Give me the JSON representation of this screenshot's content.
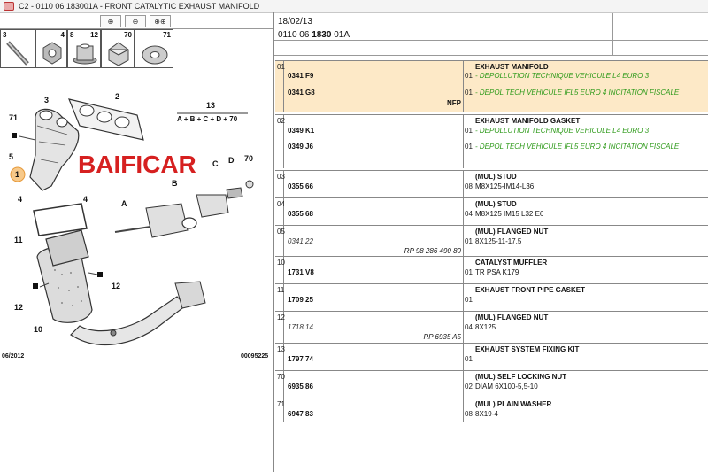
{
  "window": {
    "title": "C2 - 0110 06 183001A - FRONT CATALYTIC EXHAUST MANIFOLD"
  },
  "toolbar": {
    "zoom_in": "⊕",
    "zoom_out": "⊖",
    "fit": "⊕⊕"
  },
  "thumbnails": [
    {
      "num": "3"
    },
    {
      "num": "4"
    },
    {
      "num": "8"
    },
    {
      "num": "12"
    },
    {
      "num": "70"
    },
    {
      "num": "71"
    }
  ],
  "diagram": {
    "labels": {
      "l13": "13",
      "formula": "A + B + C + D + 70",
      "l2": "2",
      "l3": "3",
      "l71": "71",
      "l5": "5",
      "l1": "1",
      "lC": "C",
      "lD": "D",
      "l70": "70",
      "lB": "B",
      "lA": "A",
      "l4a": "4",
      "l4b": "4",
      "l11": "11",
      "l12a": "12",
      "l12b": "12",
      "l10": "10"
    },
    "watermark": "BAIFICAR",
    "date": "06/2012",
    "code": "00095225"
  },
  "header": {
    "date": "18/02/13",
    "ref_prefix": "0110 06",
    "ref_bold": "1830",
    "ref_suffix": "01A"
  },
  "rows": [
    {
      "idx": "01",
      "selected": true,
      "lines": [
        {
          "ref": "0341 F9",
          "qty": "01",
          "desc": "EXHAUST MANIFOLD",
          "note": "- DEPOLLUTION TECHNIQUE VEHICULE L4 EURO 3"
        },
        {
          "ref": "0341 G8",
          "rp": "NFP",
          "qty": "01",
          "note": "- DEPOL TECH VEHICULE IFL5 EURO 4 INCITATION FISCALE"
        }
      ]
    },
    {
      "idx": "02",
      "lines": [
        {
          "ref": "0349 K1",
          "qty": "01",
          "desc": "EXHAUST MANIFOLD GASKET",
          "note": "- DEPOLLUTION TECHNIQUE VEHICULE L4 EURO 3"
        },
        {
          "ref": "0349 J6",
          "qty": "01",
          "note": "- DEPOL TECH VEHICULE IFL5 EURO 4 INCITATION FISCALE"
        }
      ]
    },
    {
      "idx": "03",
      "ref": "0355 66",
      "qty": "08",
      "desc": "(MUL) STUD",
      "spec": "M8X125-IM14-L36"
    },
    {
      "idx": "04",
      "ref": "0355 68",
      "qty": "04",
      "desc": "(MUL) STUD",
      "spec": "M8X125 IM15 L32 E6"
    },
    {
      "idx": "05",
      "ref": "0341 22",
      "rp": "RP 98 286 490 80",
      "qty": "01",
      "desc": "(MUL) FLANGED NUT",
      "spec": "8X125-11-17,5"
    },
    {
      "idx": "10",
      "ref": "1731 V8",
      "qty": "01",
      "desc": "CATALYST MUFFLER",
      "spec": "TR PSA K179"
    },
    {
      "idx": "11",
      "ref": "1709 25",
      "qty": "01",
      "desc": "EXHAUST FRONT PIPE GASKET",
      "spec": ""
    },
    {
      "idx": "12",
      "ref": "1718 14",
      "rp": "RP 6935 A5",
      "qty": "04",
      "desc": "(MUL) FLANGED NUT",
      "spec": "8X125"
    },
    {
      "idx": "13",
      "ref": "1797 74",
      "qty": "01",
      "desc": "EXHAUST SYSTEM FIXING KIT",
      "spec": ""
    },
    {
      "idx": "70",
      "ref": "6935 86",
      "qty": "02",
      "desc": "(MUL) SELF LOCKING NUT",
      "spec": "DIAM 6X100-5,5-10"
    },
    {
      "idx": "71",
      "ref": "6947 83",
      "qty": "08",
      "desc": "(MUL) PLAIN WASHER",
      "spec": "8X19-4"
    }
  ]
}
